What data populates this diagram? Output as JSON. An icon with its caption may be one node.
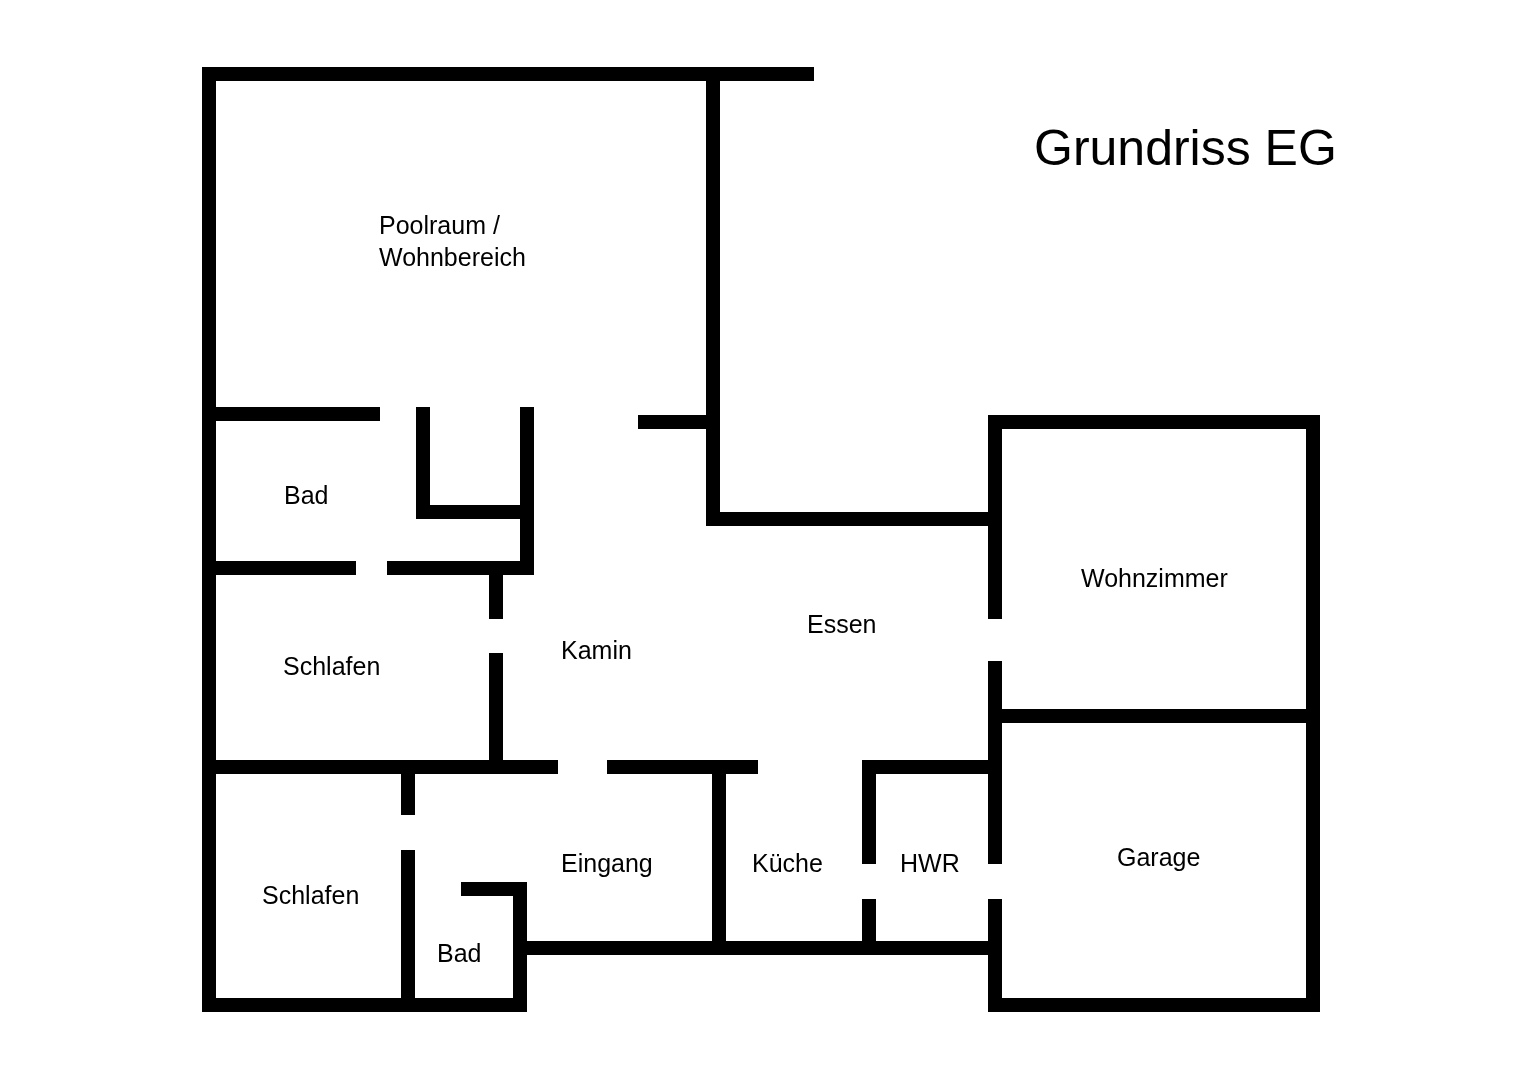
{
  "diagram": {
    "title": "Grundriss EG",
    "labels": [
      "Poolraum / Wohnbereich",
      "Bad",
      "Wohnzimmer",
      "Essen",
      "Kamin",
      "Schlafen",
      "Garage",
      "Eingang",
      "Küche",
      "HWR",
      "Schlafen",
      "Bad"
    ]
  }
}
